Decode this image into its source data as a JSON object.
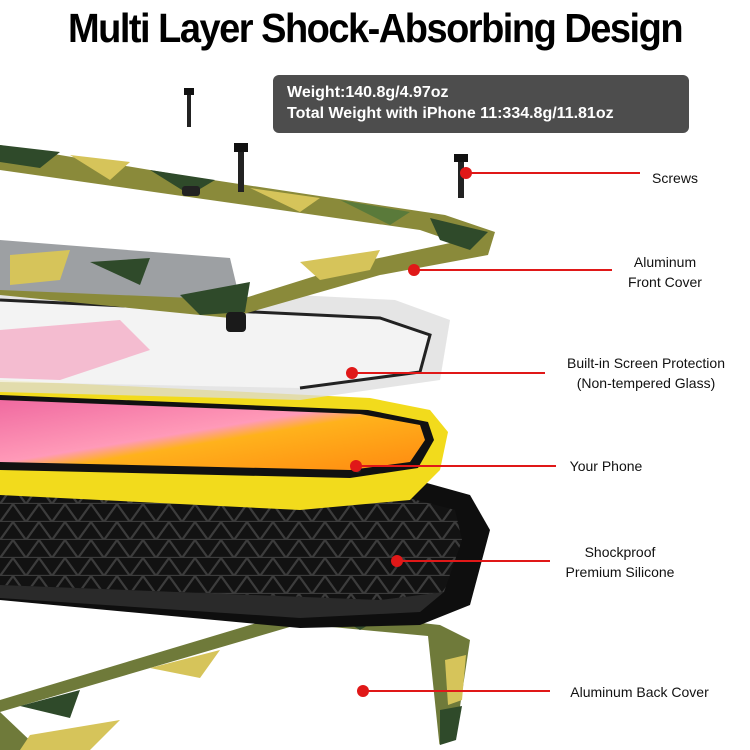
{
  "title": "Multi Layer Shock-Absorbing Design",
  "weight": {
    "line1": "Weight:140.8g/4.97oz",
    "line2": "Total Weight with iPhone 11:334.8g/11.81oz"
  },
  "parts": [
    {
      "line1": "Screws",
      "line2": ""
    },
    {
      "line1": "Aluminum",
      "line2": "Front Cover"
    },
    {
      "line1": "Built-in Screen Protection",
      "line2": "(Non-tempered Glass)"
    },
    {
      "line1": "Your Phone",
      "line2": ""
    },
    {
      "line1": "Shockproof",
      "line2": "Premium Silicone"
    },
    {
      "line1": "Aluminum Back Cover",
      "line2": ""
    }
  ],
  "colors": {
    "camo_base": "#8a8a3a",
    "camo_light": "#d6c45a",
    "camo_dark": "#2f4a2a",
    "camo_green": "#5a7a3a",
    "phone_yellow": "#f5e02a",
    "screen_orange": "#ff9a1a",
    "screen_pink": "#f07aa8",
    "silicone": "#1a1a1a",
    "pointer_red": "#e01818",
    "box": "#4d4d4d"
  }
}
